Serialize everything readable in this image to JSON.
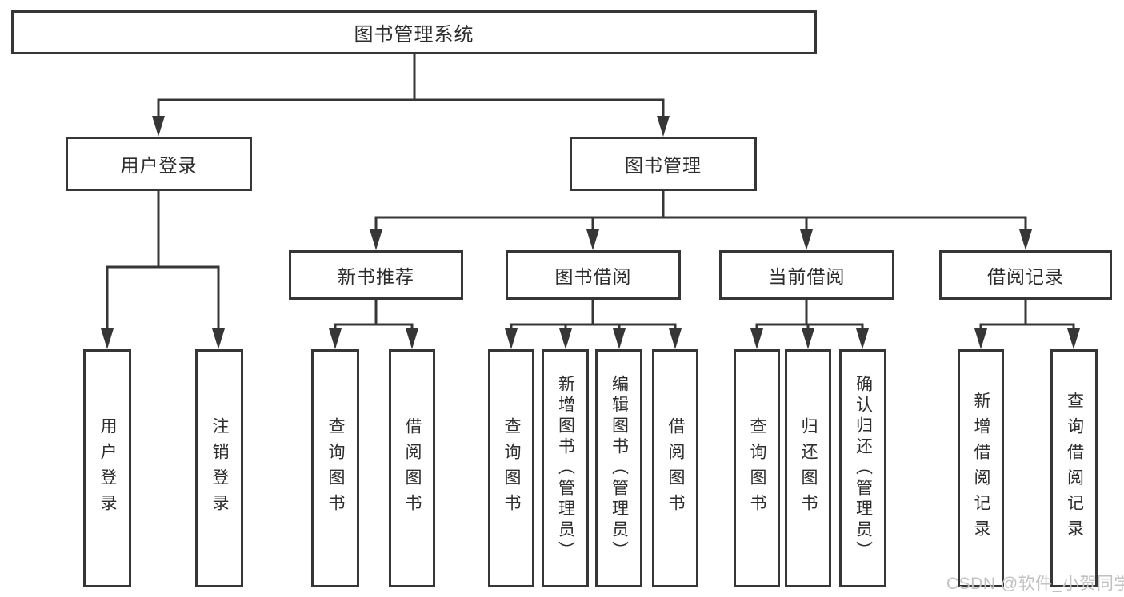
{
  "diagram_type": "hierarchy-tree",
  "tree": {
    "label": "图书管理系统",
    "children": [
      {
        "label": "用户登录",
        "children": [
          {
            "label": "用户登录"
          },
          {
            "label": "注销登录"
          }
        ]
      },
      {
        "label": "图书管理",
        "children": [
          {
            "label": "新书推荐",
            "children": [
              {
                "label": "查询图书"
              },
              {
                "label": "借阅图书"
              }
            ]
          },
          {
            "label": "图书借阅",
            "children": [
              {
                "label": "查询图书"
              },
              {
                "label": "新增图书（管理员）"
              },
              {
                "label": "编辑图书（管理员）"
              },
              {
                "label": "借阅图书"
              }
            ]
          },
          {
            "label": "当前借阅",
            "children": [
              {
                "label": "查询图书"
              },
              {
                "label": "归还图书"
              },
              {
                "label": "确认归还（管理员）"
              }
            ]
          },
          {
            "label": "借阅记录",
            "children": [
              {
                "label": "新增借阅记录"
              },
              {
                "label": "查询借阅记录"
              }
            ]
          }
        ]
      }
    ]
  },
  "watermark": {
    "text": "CSDN @软件_小贺同学",
    "color": "#c2c2c2"
  },
  "colors": {
    "line": "#363636",
    "box_border": "#363636",
    "text": "#2d2d2d",
    "background": "#ffffff"
  }
}
